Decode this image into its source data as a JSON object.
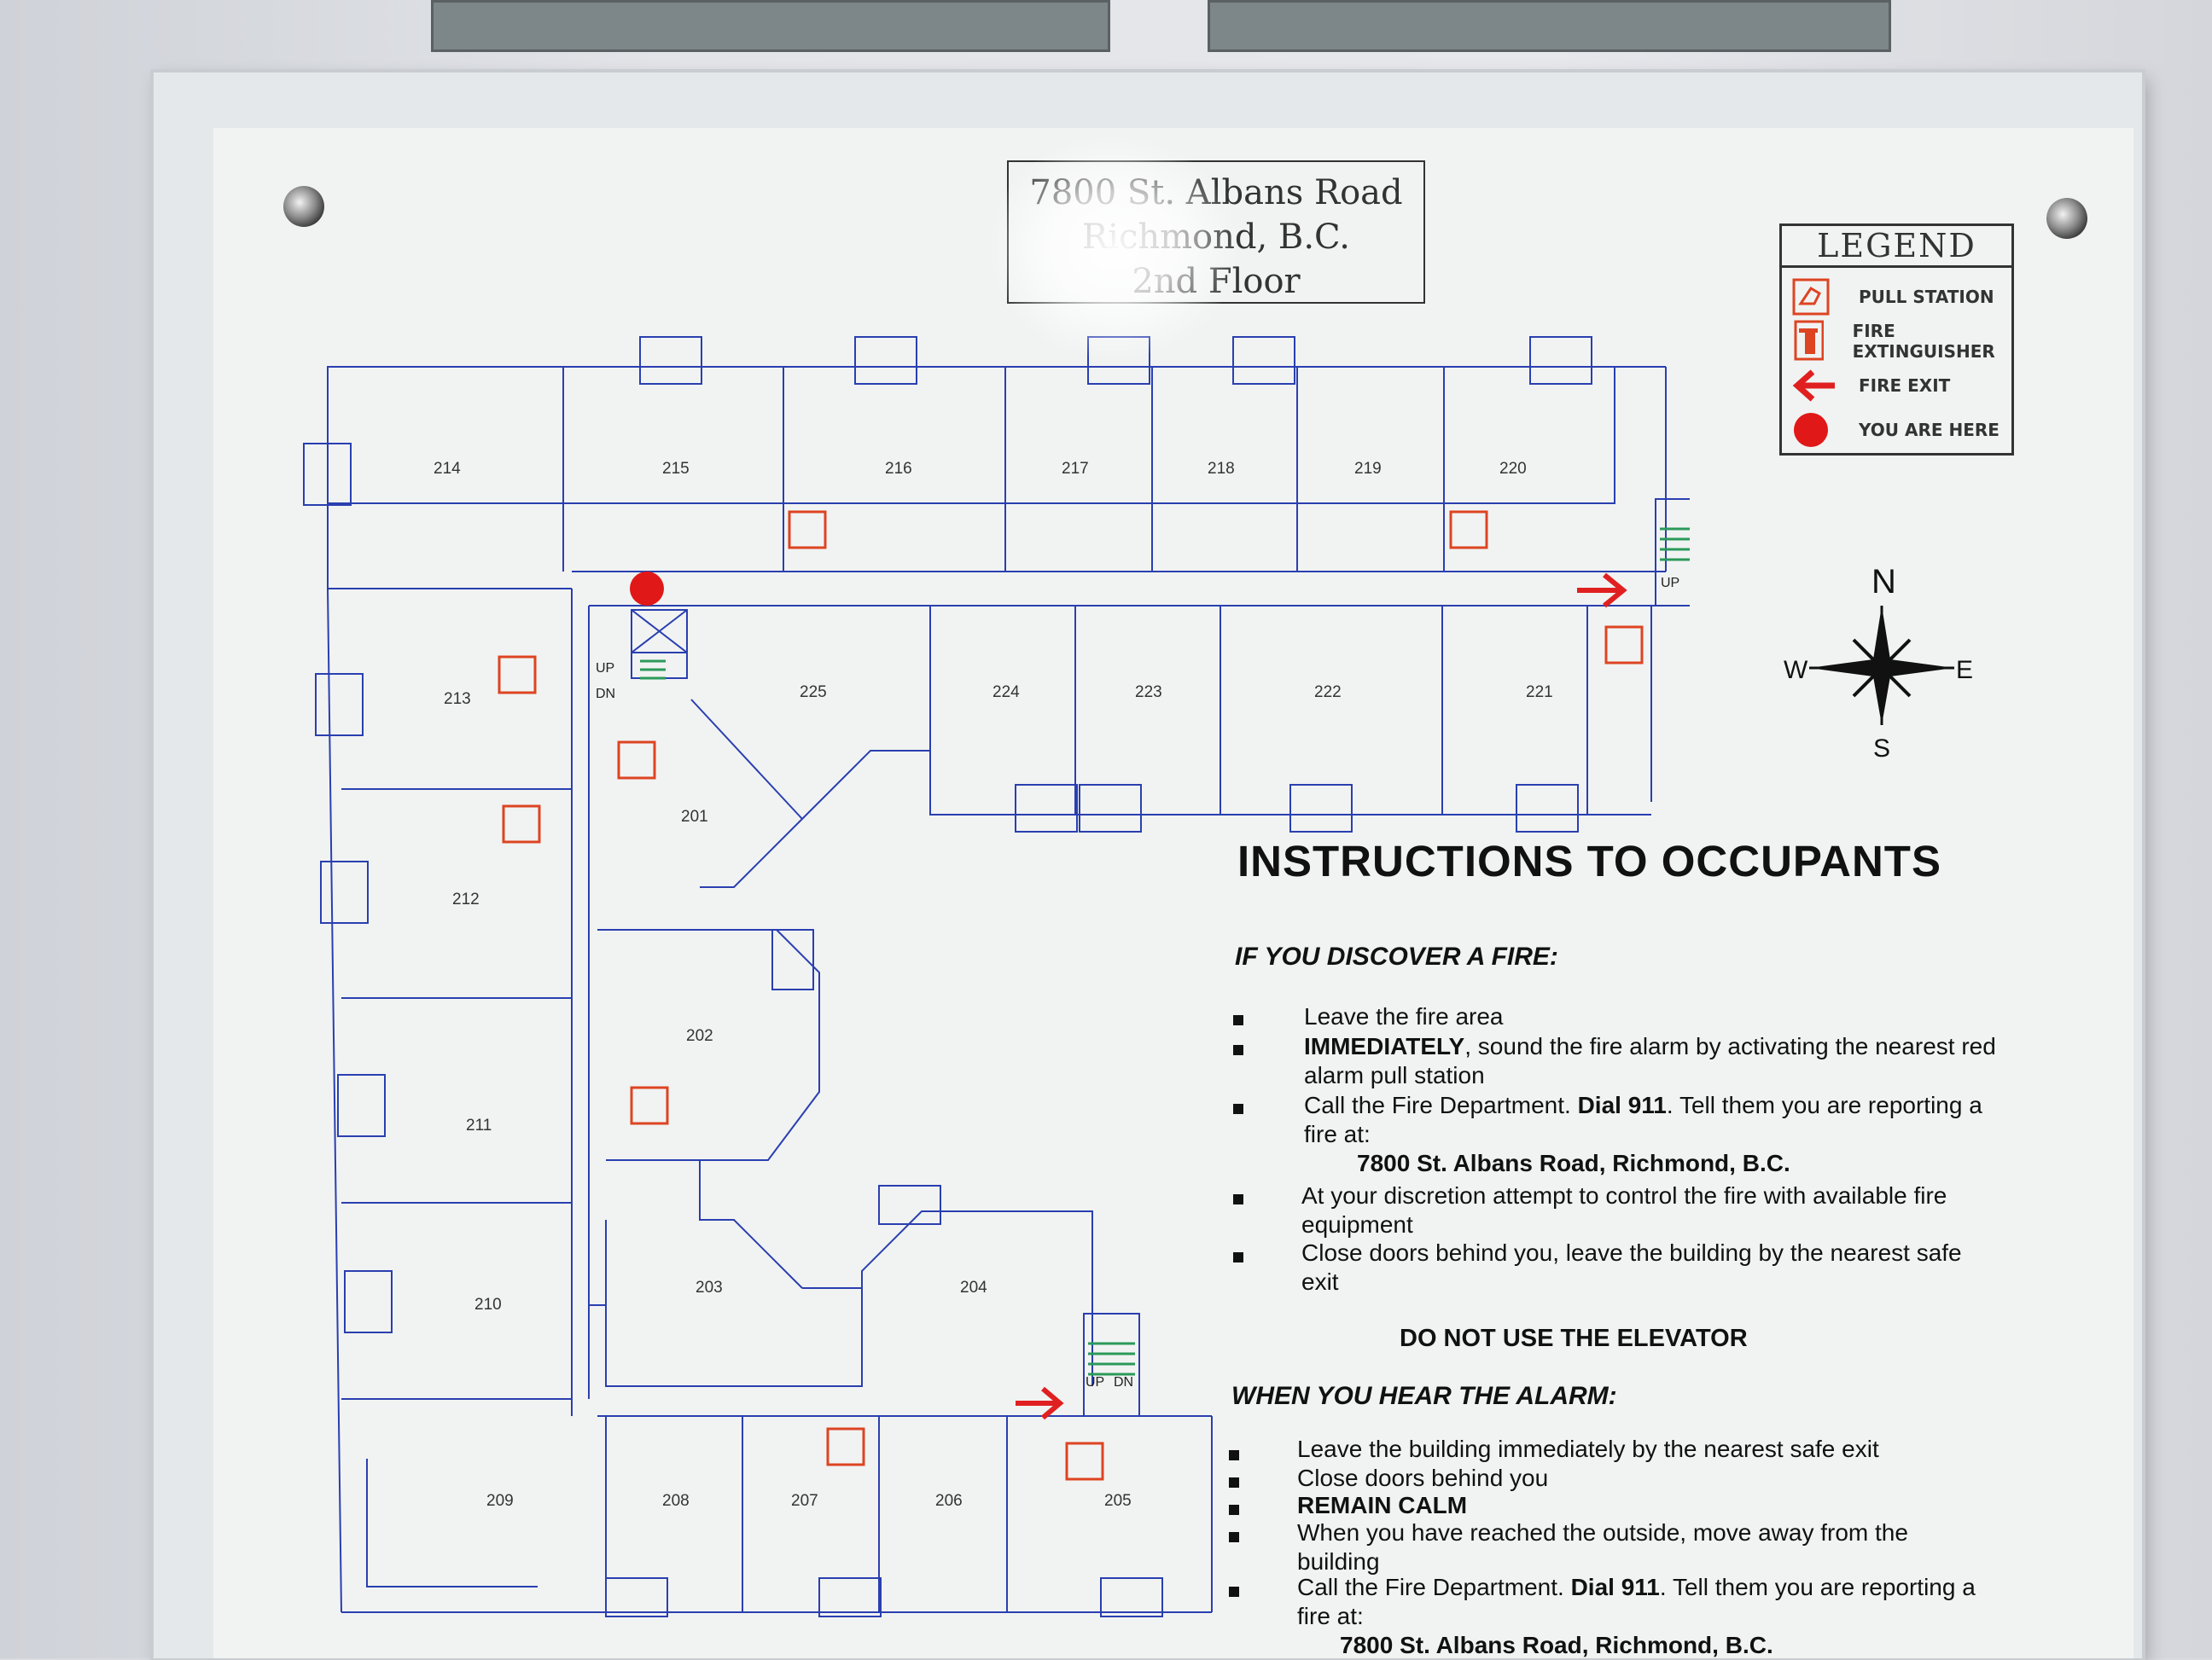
{
  "address": {
    "line1": "7800 St. Albans Road",
    "line2": "Richmond, B.C.",
    "line3": "2nd Floor"
  },
  "legend": {
    "title": "LEGEND",
    "items": [
      {
        "label": "PULL STATION",
        "icon": "pull-station-icon"
      },
      {
        "label": "FIRE EXTINGUISHER",
        "icon": "fire-extinguisher-icon"
      },
      {
        "label": "FIRE EXIT",
        "icon": "fire-exit-arrow-icon"
      },
      {
        "label": "YOU ARE HERE",
        "icon": "you-are-here-dot-icon"
      }
    ]
  },
  "compass": {
    "n": "N",
    "s": "S",
    "e": "E",
    "w": "W"
  },
  "rooms": [
    "214",
    "215",
    "216",
    "217",
    "218",
    "219",
    "220",
    "213",
    "225",
    "224",
    "223",
    "222",
    "221",
    "201",
    "212",
    "202",
    "211",
    "210",
    "203",
    "204",
    "209",
    "208",
    "207",
    "206",
    "205"
  ],
  "stairs": {
    "up": "UP",
    "down": "DN"
  },
  "instructions": {
    "title": "INSTRUCTIONS TO OCCUPANTS",
    "discover_heading": "IF YOU DISCOVER A FIRE:",
    "discover_items": [
      {
        "pre": "Leave the fire area",
        "bold": "",
        "post": "",
        "bold2": "",
        "post2": ""
      },
      {
        "pre": "",
        "bold": "IMMEDIATELY",
        "post": ", sound the fire alarm by activating the nearest red alarm pull station",
        "bold2": "",
        "post2": ""
      },
      {
        "pre": "Call the Fire Department.  ",
        "bold": "Dial 911",
        "post": ".  Tell them you are reporting a fire at:",
        "bold2": "7800 St. Albans Road, Richmond, B.C.",
        "post2": ""
      },
      {
        "pre": "At your discretion attempt to control the fire with available fire equipment",
        "bold": "",
        "post": "",
        "bold2": "",
        "post2": ""
      },
      {
        "pre": "Close doors behind you, leave the building by the nearest safe exit",
        "bold": "",
        "post": "",
        "bold2": "",
        "post2": ""
      }
    ],
    "elevator_warning": "DO NOT USE THE ELEVATOR",
    "alarm_heading": "WHEN YOU HEAR THE ALARM:",
    "alarm_items": [
      {
        "pre": "Leave the building immediately by the nearest safe exit",
        "bold": "",
        "post": "",
        "bold2": ""
      },
      {
        "pre": "Close doors behind you",
        "bold": "",
        "post": "",
        "bold2": ""
      },
      {
        "pre": "",
        "bold": "REMAIN CALM",
        "post": "",
        "bold2": ""
      },
      {
        "pre": "When you have reached the outside, move away from the building",
        "bold": "",
        "post": "",
        "bold2": ""
      },
      {
        "pre": "Call the Fire Department.  ",
        "bold": "Dial 911",
        "post": ".  Tell them you are reporting a fire at:",
        "bold2": "7800 St. Albans Road, Richmond, B.C."
      }
    ]
  }
}
